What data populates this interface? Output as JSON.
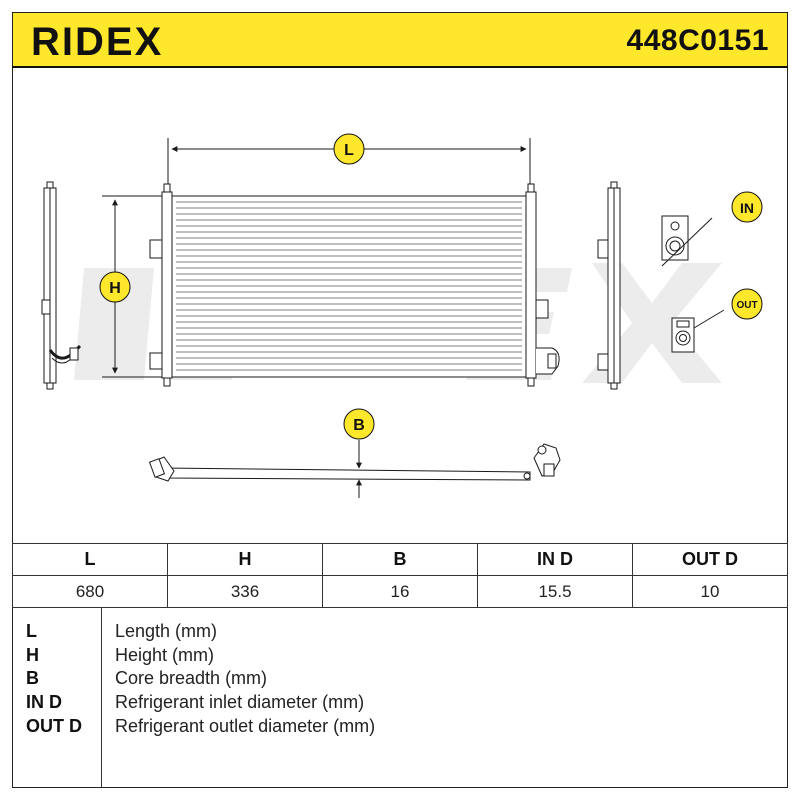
{
  "header": {
    "brand": "RIDEX",
    "part_number": "448C0151"
  },
  "drawing": {
    "labels": {
      "length": "L",
      "height": "H",
      "breadth": "B",
      "inlet": "IN",
      "outlet": "OUT"
    },
    "colors": {
      "accent": "#ffe82b",
      "badge_text": "#111111",
      "line": "#1a1a1a",
      "watermark": "#ececec"
    }
  },
  "dimensions_table": {
    "headers": [
      "L",
      "H",
      "B",
      "IN D",
      "OUT D"
    ],
    "values": [
      "680",
      "336",
      "16",
      "15.5",
      "10"
    ]
  },
  "legend": [
    {
      "code": "L",
      "description": "Length (mm)"
    },
    {
      "code": "H",
      "description": "Height (mm)"
    },
    {
      "code": "B",
      "description": "Core breadth (mm)"
    },
    {
      "code": "IN D",
      "description": "Refrigerant inlet diameter (mm)"
    },
    {
      "code": "OUT D",
      "description": "Refrigerant outlet diameter (mm)"
    }
  ]
}
